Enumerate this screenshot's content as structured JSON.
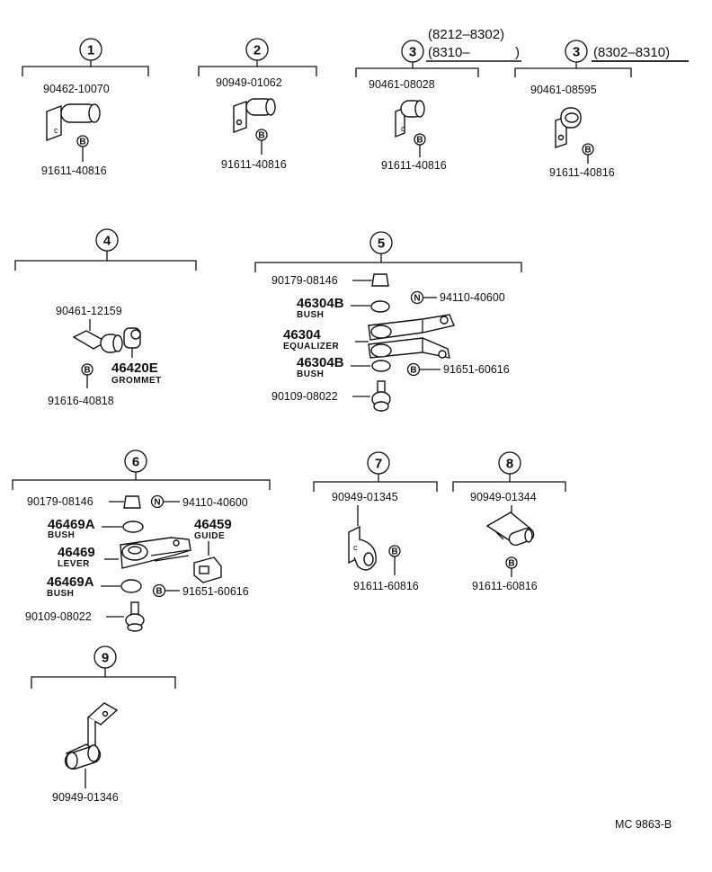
{
  "groups": {
    "g1": {
      "number": "1",
      "clamp": "90462-10070",
      "bolt": "91611-40816"
    },
    "g2": {
      "number": "2",
      "clamp": "90949-01062",
      "bolt": "91611-40816"
    },
    "g3a": {
      "number": "3",
      "range1": "(8212–8302)",
      "range2": "(8310–",
      "range2_close": ")",
      "clamp": "90461-08028",
      "bolt": "91611-40816"
    },
    "g3b": {
      "number": "3",
      "range": "(8302–8310)",
      "clamp": "90461-08595",
      "bolt": "91611-40816"
    },
    "g4": {
      "number": "4",
      "clamp": "90461-12159",
      "grommet_no": "46420E",
      "grommet_name": "GROMMET",
      "bolt": "91616-40818"
    },
    "g5": {
      "number": "5",
      "nut": "90179-08146",
      "bush_top_no": "46304B",
      "bush_top_name": "BUSH",
      "washer": "94110-40600",
      "equalizer_no": "46304",
      "equalizer_name": "EQUALIZER",
      "bush_bottom_no": "46304B",
      "bush_bottom_name": "BUSH",
      "bolt": "91651-60616",
      "stud": "90109-08022"
    },
    "g6": {
      "number": "6",
      "nut": "90179-08146",
      "washer": "94110-40600",
      "bush_top_no": "46469A",
      "bush_top_name": "BUSH",
      "guide_no": "46459",
      "guide_name": "GUIDE",
      "lever_no": "46469",
      "lever_name": "LEVER",
      "bush_bottom_no": "46469A",
      "bush_bottom_name": "BUSH",
      "bolt": "91651-60616",
      "stud": "90109-08022"
    },
    "g7": {
      "number": "7",
      "clamp": "90949-01345",
      "bolt": "91611-60816"
    },
    "g8": {
      "number": "8",
      "clamp": "90949-01344",
      "bolt": "91611-60816"
    },
    "g9": {
      "number": "9",
      "clamp": "90949-01346"
    }
  },
  "markers": {
    "bolt": "B",
    "nut": "N"
  },
  "footer": {
    "code": "MC  9863-B"
  }
}
